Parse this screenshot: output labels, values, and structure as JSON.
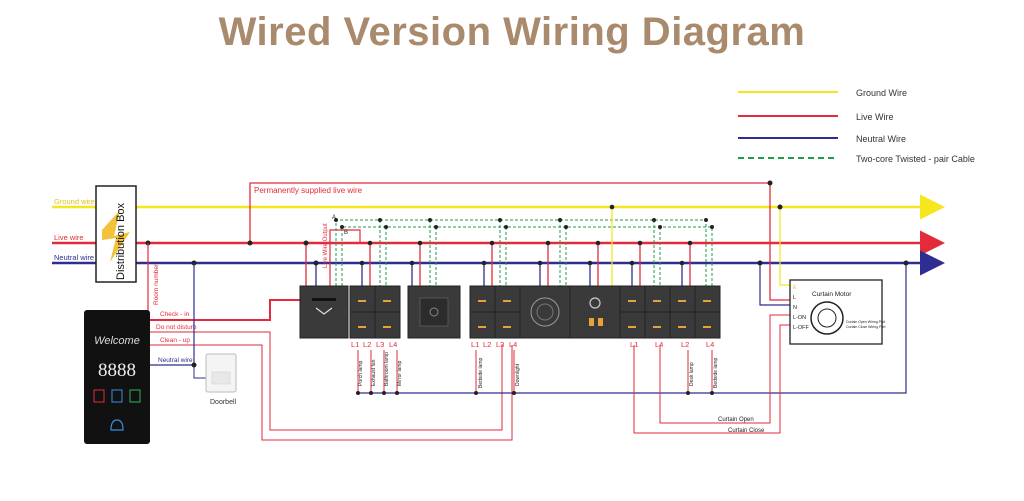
{
  "title": "Wired Version Wiring Diagram",
  "legend": [
    {
      "label": "Ground Wire",
      "color": "#f5e61e",
      "style": "solid"
    },
    {
      "label": "Live Wire",
      "color": "#e32b3b",
      "style": "solid"
    },
    {
      "label": "Neutral Wire",
      "color": "#2d2e8f",
      "style": "solid"
    },
    {
      "label": "Two-core Twisted - pair Cable",
      "color": "#1f9c48",
      "style": "dashed"
    }
  ],
  "bus": {
    "ground": "Ground wire",
    "live": "Live wire",
    "neutral": "Neutral wire",
    "permanent": "Permanently supplied live wire"
  },
  "distribution_box": "Distribution Box",
  "doorplate": {
    "welcome": "Welcome",
    "number": "8888"
  },
  "doorplate_signals": {
    "room_number": "Room number",
    "check_in": "Check - in",
    "do_not_disturb": "Do not disturb",
    "clean_up": "Clean - up",
    "neutral": "Neutral wire"
  },
  "doorbell": "Doorbell",
  "card_module": {
    "output": "Live Wire Output",
    "a": "A",
    "b": "B"
  },
  "switch_panel_1": {
    "terminals": [
      "L1",
      "L2",
      "L3",
      "L4"
    ],
    "loads": [
      "Porch lamp",
      "Exhaust fan",
      "Bathroom lamp",
      "Mirror lamp"
    ]
  },
  "switch_panel_2": {
    "terminals": [
      "L1",
      "L2",
      "L3",
      "L4"
    ],
    "loads": [
      "Bedside lamp",
      "Downlight"
    ]
  },
  "switch_panel_3": {
    "terminals": [
      "L1",
      "L4",
      "L2",
      "L4"
    ],
    "loads": [
      "Desk lamp",
      "Bedside lamp"
    ]
  },
  "curtain_motor": {
    "title": "Curtain Motor",
    "terminals": [
      "E",
      "L",
      "N",
      "L-ON",
      "L-OFF"
    ],
    "note1": "Curtain Open Wiring Port",
    "note2": "Curtain Close Wiring Port",
    "open": "Curtain Open",
    "close": "Curtain Close"
  },
  "colors": {
    "ground": "#f5e61e",
    "live": "#e32b3b",
    "neutral": "#2d2e8f",
    "twisted": "#1f9c48",
    "title": "#a98a6c",
    "panel": "#3a3a3a"
  }
}
